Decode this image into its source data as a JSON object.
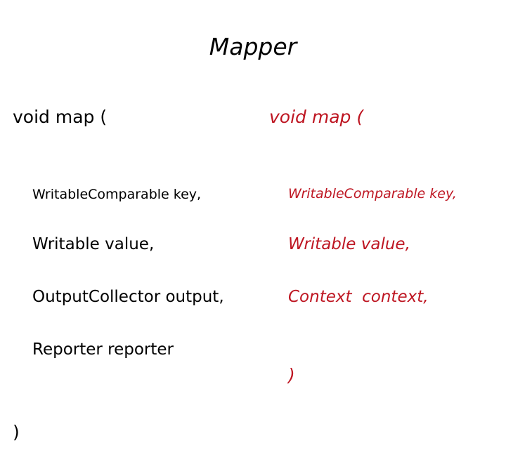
{
  "slide": {
    "title": "Mapper",
    "background_color": "#FFFFFF"
  },
  "signatures": {
    "old_api": {
      "color": "#000000",
      "style": "upright",
      "header": "void map (",
      "params": [
        "WritableComparable key,",
        "Writable value,",
        "OutputCollector output,",
        "Reporter reporter"
      ],
      "footer": ")"
    },
    "new_api": {
      "color": "#BE1622",
      "style": "italic",
      "header": "void map (",
      "params": [
        "WritableComparable key,",
        "Writable value,",
        "Context  context,"
      ],
      "footer": ")"
    }
  }
}
